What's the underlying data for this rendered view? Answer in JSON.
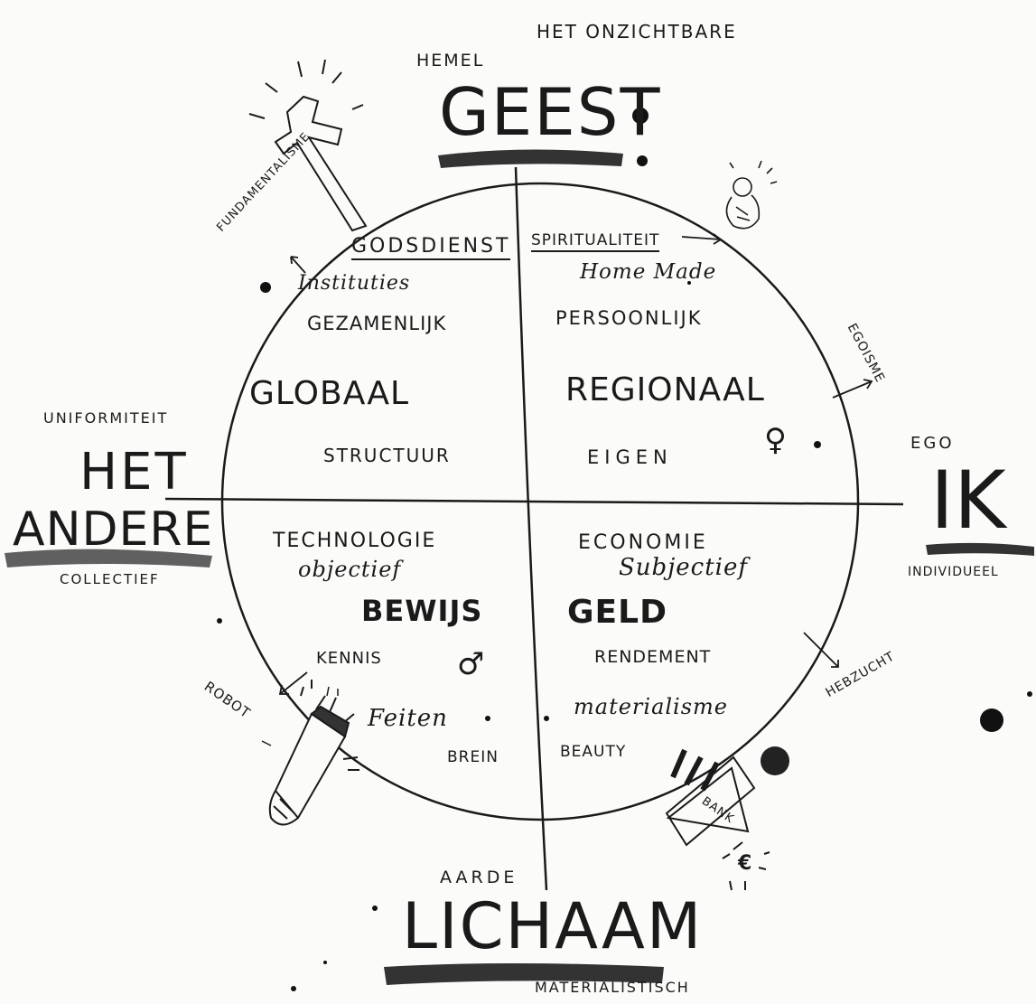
{
  "top": {
    "invisible": "HET ONZICHTBARE",
    "heaven": "HEMEL",
    "title": "GEEST"
  },
  "bottom": {
    "earth": "AARDE",
    "title": "LICHAAM",
    "sub": "MATERIALISTISCH"
  },
  "left": {
    "uniformity": "UNIFORMITEIT",
    "title_line1": "HET",
    "title_line2": "ANDERE",
    "collective": "COLLECTIEF"
  },
  "right": {
    "ego": "EGO",
    "title": "IK",
    "individual": "INDIVIDUEEL"
  },
  "outer": {
    "fundamentalism": "FUNDAMENTALISME",
    "egoism": "EGOISME",
    "greed": "HEBZUCHT",
    "robot": "ROBOT",
    "bank": "BANK",
    "euro": "€"
  },
  "quadrants": {
    "top_left": {
      "heading": "GODSDIENST",
      "sub": "Instituties",
      "w1": "GEZAMENLIJK",
      "big": "GLOBAAL",
      "w2": "STRUCTUUR"
    },
    "top_right": {
      "heading": "SPIRITUALITEIT",
      "sub": "Home Made",
      "w1": "PERSOONLIJK",
      "big": "REGIONAAL",
      "w2": "EIGEN",
      "symbol": "♀"
    },
    "bottom_left": {
      "heading": "TECHNOLOGIE",
      "sub": "objectief",
      "big": "BEWIJS",
      "w1": "KENNIS",
      "symbol": "♂",
      "w2": "Feiten",
      "w3": "BREIN"
    },
    "bottom_right": {
      "heading": "ECONOMIE",
      "sub": "Subjectief",
      "big": "GELD",
      "w1": "RENDEMENT",
      "w2": "materialisme",
      "w3": "BEAUTY"
    }
  }
}
